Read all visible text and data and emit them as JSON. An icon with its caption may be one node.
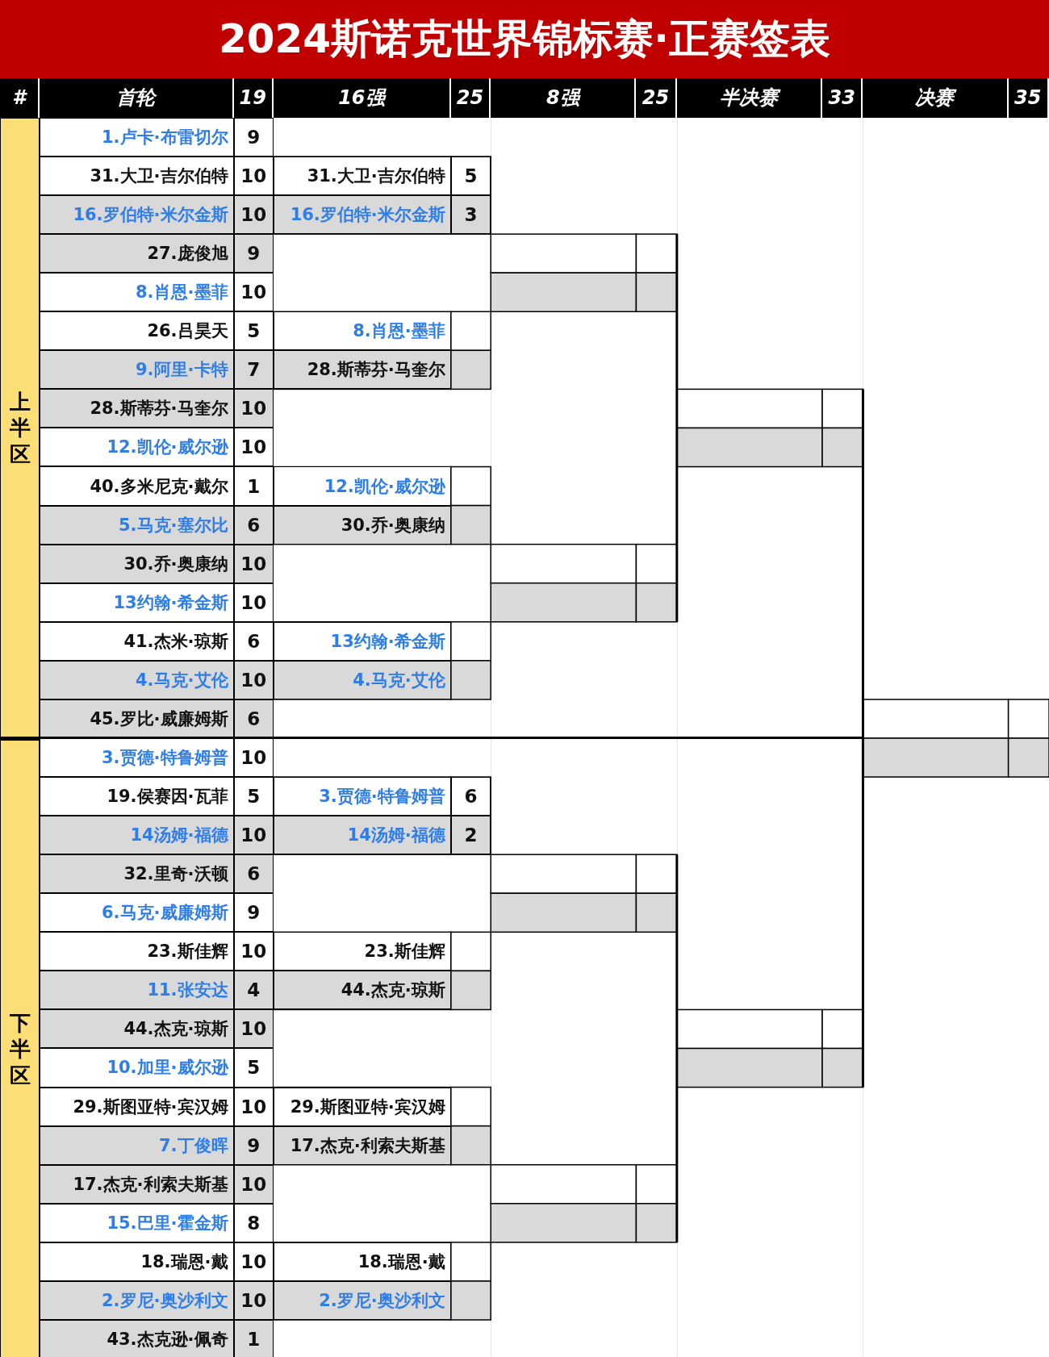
{
  "diagram": {
    "title": "2024斯诺克世界锦标赛·正赛签表",
    "labels": [
      "#",
      "首轮",
      "19",
      "16强",
      "25",
      "8强",
      "25",
      "半决赛",
      "33",
      "决赛",
      "35",
      "上半区",
      "1.卢卡·布雷切尔",
      "9",
      "31.大卫·吉尔伯特",
      "10",
      "31.大卫·吉尔伯特",
      "5",
      "16.罗伯特·米尔金斯",
      "10",
      "16.罗伯特·米尔金斯",
      "3",
      "27.庞俊旭",
      "9",
      "8.肖恩·墨菲",
      "10",
      "26.吕昊天",
      "5",
      "8.肖恩·墨菲",
      "9.阿里·卡特",
      "7",
      "28.斯蒂芬·马奎尔",
      "28.斯蒂芬·马奎尔",
      "10",
      "12.凯伦·威尔逊",
      "10",
      "40.多米尼克·戴尔",
      "1",
      "12.凯伦·威尔逊",
      "5.马克·塞尔比",
      "6",
      "30.乔·奥康纳",
      "30.乔·奥康纳",
      "10",
      "13约翰·希金斯",
      "10",
      "41.杰米·琼斯",
      "6",
      "13约翰·希金斯",
      "4.马克·艾伦",
      "10",
      "4.马克·艾伦",
      "45.罗比·威廉姆斯",
      "6",
      "下半区",
      "3.贾德·特鲁姆普",
      "10",
      "19.侯赛因·瓦菲",
      "5",
      "3.贾德·特鲁姆普",
      "6",
      "14汤姆·福德",
      "10",
      "14汤姆·福德",
      "2",
      "32.里奇·沃顿",
      "6",
      "6.马克·威廉姆斯",
      "9",
      "23.斯佳辉",
      "10",
      "23.斯佳辉",
      "11.张安达",
      "4",
      "44.杰克·琼斯",
      "44.杰克·琼斯",
      "10",
      "10.加里·威尔逊",
      "5",
      "29.斯图亚特·宾汉姆",
      "10",
      "29.斯图亚特·宾汉姆",
      "7.丁俊晖",
      "9",
      "17.杰克·利索夫斯基",
      "17.杰克·利索夫斯基",
      "10",
      "15.巴里·霍金斯",
      "8",
      "18.瑞恩·戴",
      "10",
      "18.瑞恩·戴",
      "2.罗尼·奥沙利文",
      "10",
      "2.罗尼·奥沙利文",
      "43.杰克逊·佩奇",
      "1"
    ]
  }
}
